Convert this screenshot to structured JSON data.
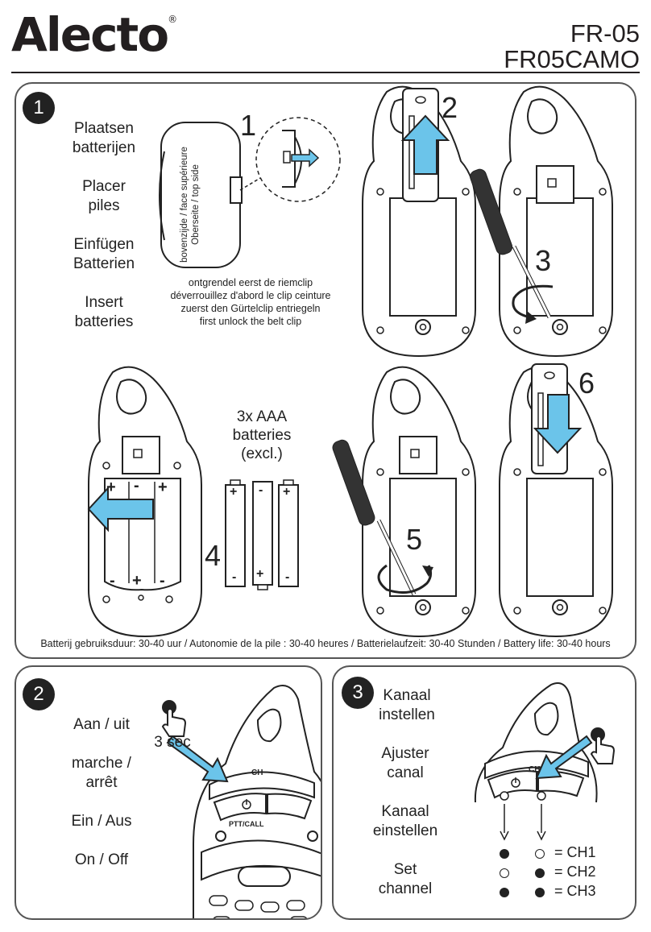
{
  "header": {
    "brand": "Alecto",
    "registered": "®",
    "model_line1": "FR-05",
    "model_line2": "FR05CAMO"
  },
  "section1": {
    "number": "1",
    "labels": [
      {
        "line1": "Plaatsen",
        "line2": "batterijen"
      },
      {
        "line1": "Placer",
        "line2": "piles"
      },
      {
        "line1": "Einfügen",
        "line2": "Batterien"
      },
      {
        "line1": "Insert",
        "line2": "batteries"
      }
    ],
    "top_side_label_line1": "bovenzijde / face supérieure",
    "top_side_label_line2": "Oberseite / top side",
    "unlock_text": [
      "ontgrendel eerst de riemclip",
      "déverrouillez d'abord le clip ceinture",
      "zuerst den Gürtelclip entriegeln",
      "first unlock the belt clip"
    ],
    "steps": [
      "1",
      "2",
      "3",
      "4",
      "5",
      "6"
    ],
    "battery_text_line1": "3x AAA",
    "battery_text_line2": "batteries",
    "battery_text_line3": "(excl.)",
    "plus": "+",
    "minus": "-",
    "battery_life": "Batterij gebruiksduur: 30-40 uur / Autonomie de la pile : 30-40 heures / Batterielaufzeit: 30-40 Stunden / Battery life: 30-40 hours"
  },
  "section2": {
    "number": "2",
    "labels": [
      "Aan / uit",
      "marche /",
      "arrêt",
      "Ein / Aus",
      "On / Off"
    ],
    "hold_text": "3 sec",
    "ch_label": "CH",
    "ptt_label": "PTT/CALL"
  },
  "section3": {
    "number": "3",
    "labels": [
      {
        "line1": "Kanaal",
        "line2": "instellen"
      },
      {
        "line1": "Ajuster",
        "line2": "canal"
      },
      {
        "line1": "Kanaal",
        "line2": "einstellen"
      },
      {
        "line1": "Set",
        "line2": "channel"
      }
    ],
    "ch_label": "CH",
    "channels": [
      {
        "left": "filled",
        "right": "open",
        "label": "= CH1"
      },
      {
        "left": "open",
        "right": "filled",
        "label": "= CH2"
      },
      {
        "left": "filled",
        "right": "filled",
        "label": "= CH3"
      }
    ]
  },
  "colors": {
    "arrow_blue": "#6bc4ea",
    "ink": "#231f20"
  }
}
